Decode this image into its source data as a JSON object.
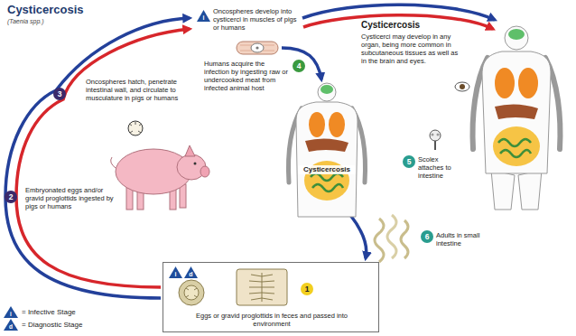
{
  "diagram": {
    "title": "Cysticercosis",
    "nodes": [
      {
        "text": [
          "i"
        ]
      },
      {
        "text": [
          "4"
        ]
      },
      {
        "text": [
          "3"
        ]
      },
      {
        "text": [
          "5"
        ]
      },
      {
        "text": [
          "2"
        ]
      },
      {
        "text": [
          "6"
        ]
      },
      {
        "text": [
          "Eggs or gravid proglottids in feces and passed into environment"
        ]
      },
      {
        "text": [
          "i"
        ],
        "in": 6
      },
      {
        "text": [
          "d"
        ],
        "in": 6
      },
      {
        "text": [
          "1"
        ],
        "in": 6
      }
    ],
    "labels": [
      "(Taenia spp.)",
      "Oncospheres develop into cysticerci in muscles of pigs or humans",
      "Cysticercosis",
      "Cysticerci may develop in any organ, being more common in subcutaneous tissues as well as in the brain and eyes.",
      "Oncospheres hatch, penetrate intestinal wall, and circulate to musculature in pigs or humans",
      "Humans acquire the infection by ingesting raw or undercooked meat from infected animal host",
      "Cysticercosis",
      "Scolex attaches to intestine",
      "Embryonated eggs and/or gravid proglottids ingested by pigs or humans",
      "Adults in small intestine",
      "i",
      "d"
    ],
    "legend": [
      {
        "text": "= Infective Stage"
      },
      {
        "text": "= Diagnostic Stage"
      }
    ]
  }
}
